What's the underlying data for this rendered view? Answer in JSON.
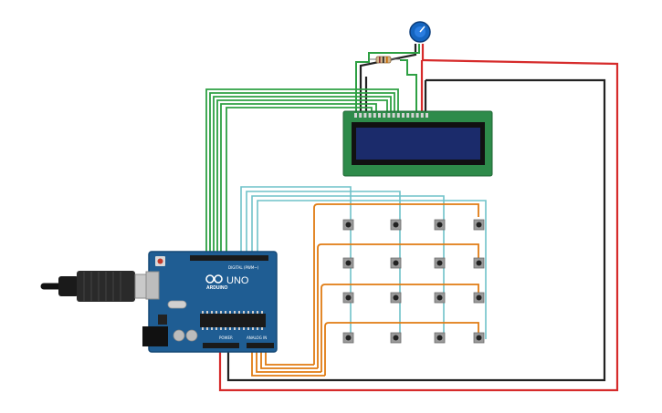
{
  "board": {
    "brand": "ARDUINO",
    "model": "UNO",
    "digital_header": "DIGITAL (PWM~)",
    "power_header": "POWER",
    "analog_header": "ANALOG IN",
    "icon": "infinity-logo-icon"
  },
  "lcd": {
    "type": "16x2 LCD display"
  },
  "keypad": {
    "rows": 4,
    "cols": 4
  },
  "components": {
    "potentiometer": "potentiometer-icon",
    "resistor": "resistor-icon",
    "usb": "usb-cable-icon"
  },
  "colors": {
    "board": "#1f5d93",
    "board_dark": "#174a77",
    "lcd_frame": "#2e8b4a",
    "lcd_screen": "#1b2b6b",
    "wire_green": "#2ea043",
    "wire_cyan": "#6fc2c9",
    "wire_orange": "#e07b12",
    "wire_red": "#d62b2b",
    "wire_black": "#222222",
    "pot": "#1565c0"
  }
}
